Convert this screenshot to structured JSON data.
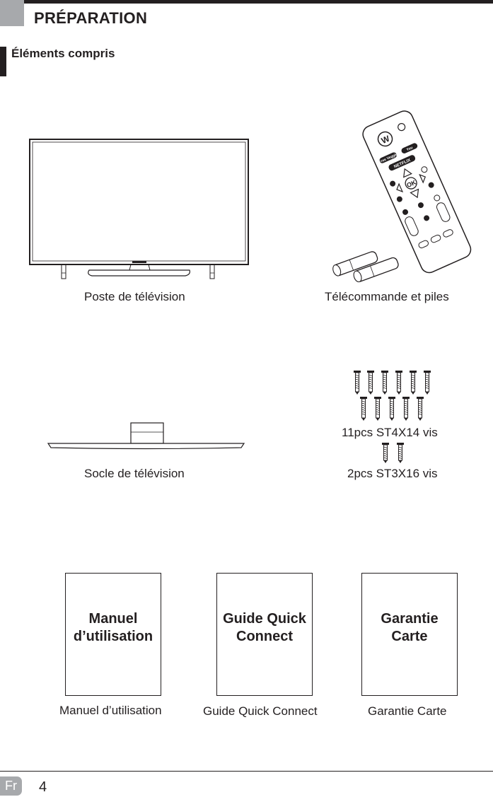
{
  "header": {
    "title": "PRÉPARATION"
  },
  "section": {
    "title": "Éléments compris"
  },
  "items": {
    "tv": "Poste de télévision",
    "remote": "Télécommande et piles",
    "stand": "Socle de télévision",
    "screws_large": "11pcs ST4X14 vis",
    "screws_small": "2pcs ST3X16 vis"
  },
  "remote_labels": {
    "logo": "W",
    "free": "Free Veggie",
    "tube": "You",
    "netflix": "NETFLIX",
    "ok": "OK"
  },
  "booklets": [
    {
      "cover": "Manuel\nd’utilisation",
      "caption": "Manuel d’utilisation"
    },
    {
      "cover": "Guide Quick\nConnect",
      "caption": "Guide Quick Connect"
    },
    {
      "cover": "Garantie\nCarte",
      "caption": "Garantie Carte"
    }
  ],
  "footer": {
    "lang": "Fr",
    "page": "4"
  }
}
